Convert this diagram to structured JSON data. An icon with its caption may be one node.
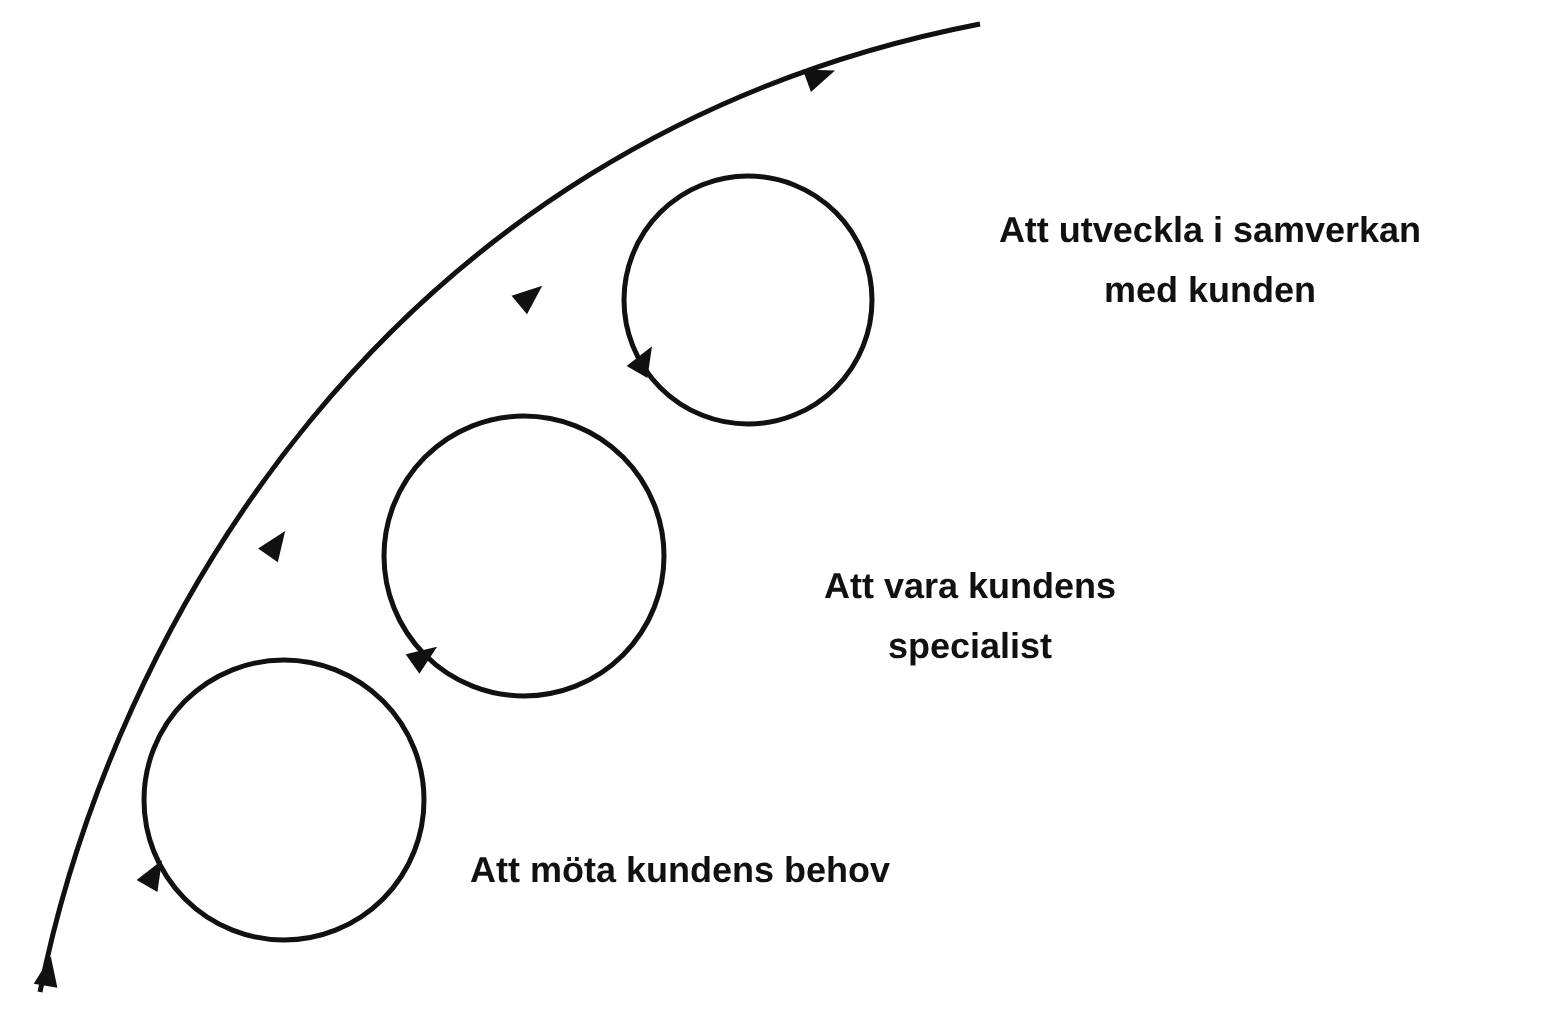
{
  "diagram": {
    "labels": [
      "Att utveckla i samverkan med kunden",
      "Att vara kundens specialist",
      "Att möta kundens behov"
    ]
  }
}
